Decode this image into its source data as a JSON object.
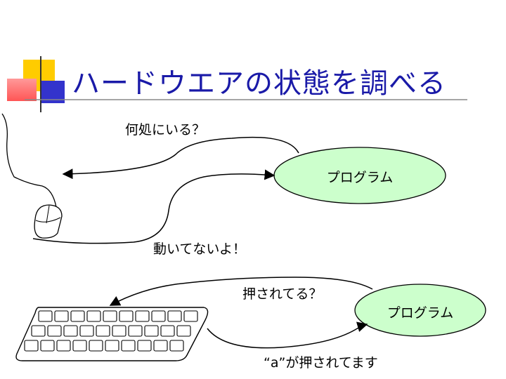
{
  "title": "ハードウエアの状態を調べる",
  "mouse_section": {
    "question": "何処にいる？",
    "program": "プログラム",
    "answer": "動いてないよ！"
  },
  "keyboard_section": {
    "question": "押されてる？",
    "program": "プログラム",
    "answer": "“a”が押されてます"
  },
  "colors": {
    "title": "#1a1aa8",
    "ellipse_fill": "#ccffcc",
    "deco_yellow": "#ffcc00",
    "deco_red": "#ff6666",
    "deco_blue": "#3333cc"
  }
}
